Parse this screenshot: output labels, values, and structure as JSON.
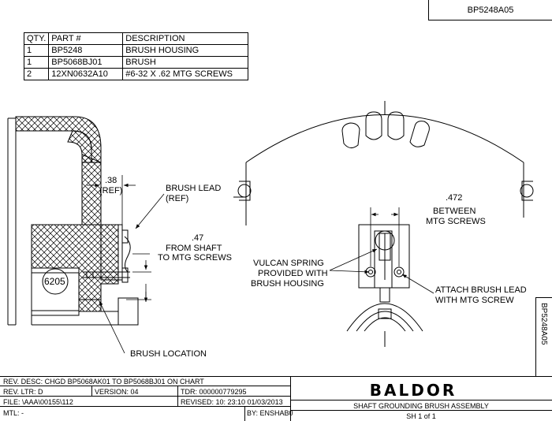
{
  "drawing_number": "BP5248A05",
  "side_label": "BP5248A05",
  "parts_list": {
    "headers": [
      "QTY.",
      "PART #",
      "DESCRIPTION"
    ],
    "rows": [
      [
        "1",
        "BP5248",
        "BRUSH HOUSING"
      ],
      [
        "1",
        "BP5068BJ01",
        "BRUSH"
      ],
      [
        "2",
        "12XN0632A10",
        "#6-32 X .62 MTG SCREWS"
      ]
    ]
  },
  "annotations": {
    "dim_038": ".38",
    "dim_038_ref": "(REF)",
    "brush_lead_1": "BRUSH LEAD",
    "brush_lead_2": "(REF)",
    "dim_047": ".47",
    "from_shaft_1": "FROM SHAFT",
    "from_shaft_2": "TO MTG SCREWS",
    "bearing": "6205",
    "brush_location": "BRUSH LOCATION",
    "dim_0472": ".472",
    "between_1": "BETWEEN",
    "between_2": "MTG SCREWS",
    "vulcan_1": "VULCAN SPRING",
    "vulcan_2": "PROVIDED WITH",
    "vulcan_3": "BRUSH HOUSING",
    "attach_1": "ATTACH BRUSH LEAD",
    "attach_2": "WITH MTG SCREW"
  },
  "title_block": {
    "rev_desc": "REV. DESC:  CHGD BP5068AK01 TO BP5068BJ01 ON CHART",
    "rev_ltr": "REV. LTR:  D",
    "version": "VERSION: 04",
    "tdr": "TDR: 000000779295",
    "file": "FILE: \\AAA\\00155\\112",
    "revised": "REVISED: 10: 23:10  01/03/2013",
    "mtl": "MTL:  -",
    "by": "BY: ENSHAB0",
    "company": "BALDOR",
    "title": "SHAFT GROUNDING BRUSH ASSEMBLY",
    "sheet": "SH 1 of 1"
  }
}
